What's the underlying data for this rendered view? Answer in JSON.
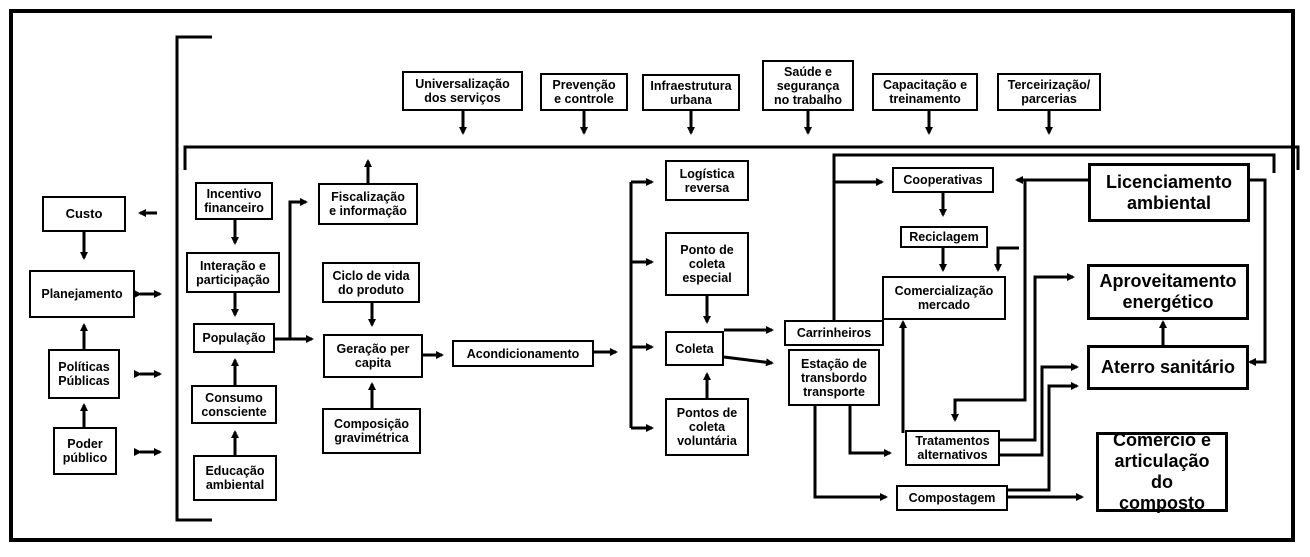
{
  "nodes": {
    "custo": "Custo",
    "planejamento": "Planejamento",
    "politicas": "Políticas\nPúblicas",
    "poder": "Poder\npúblico",
    "incentivo": "Incentivo\nfinanceiro",
    "interacao": "Interação e\nparticipação",
    "populacao": "População",
    "consumo": "Consumo\nconsciente",
    "educacao": "Educação\nambiental",
    "fiscalizacao": "Fiscalização\ne informação",
    "ciclo": "Ciclo de vida\ndo produto",
    "geracao": "Geração per\ncapita",
    "composicao": "Composição\ngravimétrica",
    "acondicionamento": "Acondicionamento",
    "logistica": "Logística\nreversa",
    "ponto_especial": "Ponto de\ncoleta\nespecial",
    "coleta": "Coleta",
    "pontos_voluntaria": "Pontos de\ncoleta\nvoluntária",
    "carrinheiros": "Carrinheiros",
    "estacao": "Estação de\ntransbordo\ntransporte",
    "cooperativas": "Cooperativas",
    "reciclagem": "Reciclagem",
    "comercializacao": "Comercialização\nmercado",
    "tratamentos": "Tratamentos\nalternativos",
    "compostagem": "Compostagem",
    "licenciamento": "Licenciamento\nambiental",
    "aproveitamento": "Aproveitamento\nenergético",
    "aterro": "Aterro sanitário",
    "comercio": "Comércio e\narticulação do\ncomposto",
    "universalizacao": "Universalização\ndos serviços",
    "prevencao": "Prevenção\ne controle",
    "infraestrutura": "Infraestrutura\nurbana",
    "saude": "Saúde e\nsegurança\nno trabalho",
    "capacitacao": "Capacitação e\ntreinamento",
    "terceirizacao": "Terceirização/\nparcerias"
  }
}
